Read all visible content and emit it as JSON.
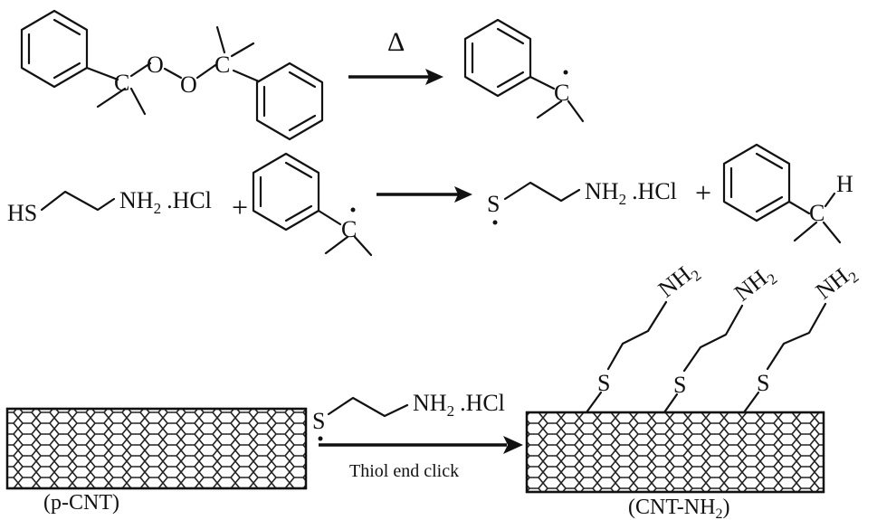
{
  "reaction1": {
    "heat_symbol": "Δ",
    "reactant": {
      "o1": "O",
      "o2": "O",
      "c1": "C",
      "c2": "C"
    },
    "product": {
      "carbon": "C"
    }
  },
  "reaction2": {
    "thiol": {
      "sh": "HS",
      "nh2": "NH",
      "sub2": "2",
      "salt": ".HCl"
    },
    "plus1": "+",
    "radical": {
      "carbon": "C"
    },
    "product_radical": {
      "s": "S",
      "nh2": "NH",
      "sub2": "2",
      "salt": ".HCl"
    },
    "plus2": "+",
    "product_h": {
      "carbon": "C",
      "h": "H"
    }
  },
  "reaction3": {
    "left_label": "(p-CNT)",
    "reagent": {
      "s": "S",
      "nh2": "NH",
      "sub2": "2",
      "salt": ".HCl"
    },
    "arrow_label": "Thiol end click",
    "right_label_main": "(CNT-NH",
    "right_label_sub": "2",
    "right_label_close": ")",
    "chains": [
      {
        "s": "S",
        "nh": "NH",
        "sub": "2"
      },
      {
        "s": "S",
        "nh": "NH",
        "sub": "2"
      },
      {
        "s": "S",
        "nh": "NH",
        "sub": "2"
      }
    ]
  },
  "colors": {
    "ink": "#111111",
    "background": "#ffffff"
  }
}
